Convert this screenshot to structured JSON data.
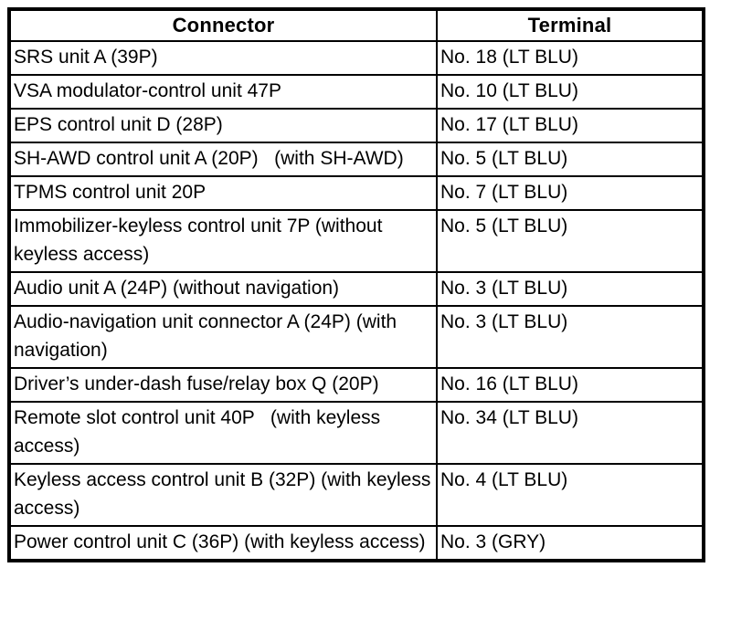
{
  "table": {
    "headers": [
      "Connector",
      "Terminal"
    ],
    "rows": [
      {
        "connector": "SRS unit A (39P)",
        "terminal": "No. 18 (LT BLU)"
      },
      {
        "connector": "VSA modulator-control unit 47P",
        "terminal": "No. 10 (LT BLU)"
      },
      {
        "connector": "EPS control unit D (28P)",
        "terminal": "No. 17 (LT BLU)"
      },
      {
        "connector": "SH-AWD control unit A (20P)   (with SH-AWD)",
        "terminal": "No. 5 (LT BLU)"
      },
      {
        "connector": "TPMS control unit 20P",
        "terminal": "No. 7 (LT BLU)"
      },
      {
        "connector": "Immobilizer-keyless control unit 7P (without keyless access)",
        "terminal": "No. 5 (LT BLU)"
      },
      {
        "connector": "Audio unit A (24P) (without navigation)",
        "terminal": "No. 3 (LT BLU)"
      },
      {
        "connector": "Audio-navigation unit connector A (24P) (with navigation)",
        "terminal": "No. 3 (LT BLU)"
      },
      {
        "connector": "Driver’s under-dash fuse/relay box Q (20P)",
        "terminal": "No. 16 (LT BLU)"
      },
      {
        "connector": "Remote slot control unit 40P   (with keyless access)",
        "terminal": "No. 34 (LT BLU)"
      },
      {
        "connector": "Keyless access control unit B (32P) (with keyless access)",
        "terminal": "No. 4 (LT BLU)"
      },
      {
        "connector": "Power control unit C (36P) (with keyless access)",
        "terminal": "No. 3 (GRY)"
      }
    ],
    "colors": {
      "border": "#000000",
      "text": "#000000",
      "background": "#ffffff"
    }
  }
}
